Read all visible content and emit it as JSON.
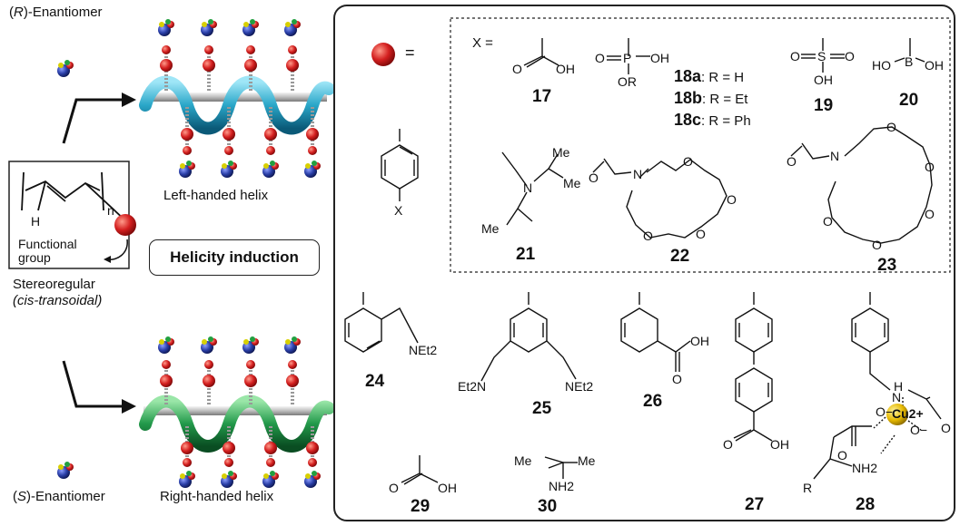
{
  "left": {
    "r_enantiomer": "-Enantiomer",
    "r_letter": "R",
    "s_enantiomer": "-Enantiomer",
    "s_letter": "S",
    "left_helix": "Left-handed helix",
    "right_helix": "Right-handed helix",
    "repeat": "n",
    "h_atom": "H",
    "functional_group": "Functional\ngroup",
    "stereoregular": "Stereoregular",
    "cis_transoidal": "(cis-transoidal)",
    "helicity_induction": "Helicity induction"
  },
  "right": {
    "equals": "=",
    "x_equals": "X =",
    "x_label": "X",
    "compounds": [
      "17",
      "18a",
      "18b",
      "18c",
      "19",
      "20",
      "21",
      "22",
      "23",
      "24",
      "25",
      "26",
      "27",
      "28",
      "29",
      "30"
    ],
    "r_defs": [
      ": R = H",
      ": R = Et",
      ": R = Ph"
    ],
    "atoms": {
      "o": "O",
      "oh": "OH",
      "p": "P",
      "s": "S",
      "b": "B",
      "ho": "HO",
      "or": "OR",
      "n": "N",
      "me": "Me",
      "net2": "NEt2",
      "et2n": "Et2N",
      "nh2": "NH2",
      "cu": "Cu2+",
      "ominus": "O−",
      "h": "H",
      "r": "R"
    }
  },
  "colors": {
    "left_helix": "#2aa6c8",
    "right_helix": "#22994a",
    "ball_red": "#d42020",
    "ball_blue": "#2a3fa8",
    "gold": "#e5b800",
    "border": "#222222"
  }
}
